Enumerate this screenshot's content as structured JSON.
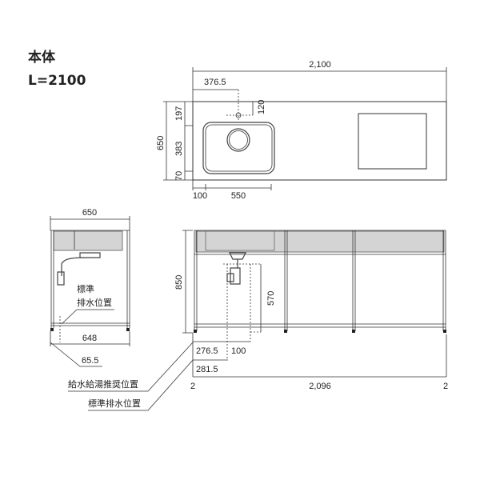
{
  "title": "本体",
  "length_label": "L=2100",
  "plan": {
    "width": "2,100",
    "faucet_x": "376.5",
    "faucet_y": "120",
    "depth": "650",
    "d1": "197",
    "d2": "383",
    "d3": "70",
    "sink_offset": "100",
    "sink_width": "550"
  },
  "side": {
    "width": "650",
    "inner_width": "648",
    "drain_label_1": "標準",
    "drain_label_2": "排水位置",
    "drain_offset": "65.5"
  },
  "front": {
    "height": "850",
    "drain_height": "570",
    "supply_x": "276.5",
    "supply_gap": "100",
    "drain_x": "281.5",
    "edge_left": "2",
    "inner_length": "2,096",
    "edge_right": "2"
  },
  "legend": {
    "supply": "給水給湯推奨位置",
    "drain": "標準排水位置"
  }
}
